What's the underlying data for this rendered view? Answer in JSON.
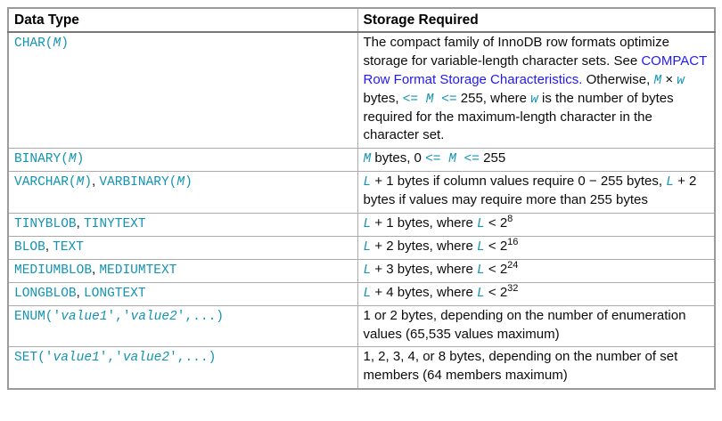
{
  "colors": {
    "code_teal": "#1294b2",
    "link_blue": "#2119f5",
    "cell_border": "#ababab",
    "outer_border": "#9b9b9b",
    "header_rule": "#777777",
    "text": "#0c0c0c",
    "background": "#ffffff"
  },
  "table": {
    "headers": [
      "Data Type",
      "Storage Required"
    ],
    "link_name": "compact-row-format-link",
    "rows": [
      {
        "data_type": [
          {
            "t": "code",
            "v": "CHAR("
          },
          {
            "t": "codei",
            "v": "M"
          },
          {
            "t": "code",
            "v": ")"
          }
        ],
        "storage": [
          {
            "t": "text",
            "v": "The compact family of InnoDB row formats optimize storage for variable-length character sets. See "
          },
          {
            "t": "link",
            "v": "COMPACT Row Format Storage Characteristics."
          },
          {
            "t": "text",
            "v": " Otherwise, "
          },
          {
            "t": "codei",
            "v": "M"
          },
          {
            "t": "text",
            "v": " × "
          },
          {
            "t": "codei",
            "v": "w"
          },
          {
            "t": "text",
            "v": " bytes, "
          },
          {
            "t": "code",
            "v": "<= "
          },
          {
            "t": "codei",
            "v": "M"
          },
          {
            "t": "code",
            "v": " <="
          },
          {
            "t": "text",
            "v": " 255, where "
          },
          {
            "t": "codei",
            "v": "w"
          },
          {
            "t": "text",
            "v": " is the number of bytes required for the maximum-length character in the character set."
          }
        ]
      },
      {
        "data_type": [
          {
            "t": "code",
            "v": "BINARY("
          },
          {
            "t": "codei",
            "v": "M"
          },
          {
            "t": "code",
            "v": ")"
          }
        ],
        "storage": [
          {
            "t": "codei",
            "v": "M"
          },
          {
            "t": "text",
            "v": " bytes, 0 "
          },
          {
            "t": "code",
            "v": "<= "
          },
          {
            "t": "codei",
            "v": "M"
          },
          {
            "t": "code",
            "v": " <="
          },
          {
            "t": "text",
            "v": " 255"
          }
        ]
      },
      {
        "data_type": [
          {
            "t": "code",
            "v": "VARCHAR("
          },
          {
            "t": "codei",
            "v": "M"
          },
          {
            "t": "code",
            "v": ")"
          },
          {
            "t": "text",
            "v": ", "
          },
          {
            "t": "code",
            "v": "VARBINARY("
          },
          {
            "t": "codei",
            "v": "M"
          },
          {
            "t": "code",
            "v": ")"
          }
        ],
        "storage": [
          {
            "t": "codei",
            "v": "L"
          },
          {
            "t": "text",
            "v": " + 1 bytes if column values require 0 − 255 bytes, "
          },
          {
            "t": "codei",
            "v": "L"
          },
          {
            "t": "text",
            "v": " + 2 bytes if values may require more than 255 bytes"
          }
        ]
      },
      {
        "data_type": [
          {
            "t": "code",
            "v": "TINYBLOB"
          },
          {
            "t": "text",
            "v": ", "
          },
          {
            "t": "code",
            "v": "TINYTEXT"
          }
        ],
        "storage": [
          {
            "t": "codei",
            "v": "L"
          },
          {
            "t": "text",
            "v": " + 1 bytes, where "
          },
          {
            "t": "codei",
            "v": "L"
          },
          {
            "t": "text",
            "v": " < 2"
          },
          {
            "t": "sup",
            "v": "8"
          }
        ]
      },
      {
        "data_type": [
          {
            "t": "code",
            "v": "BLOB"
          },
          {
            "t": "text",
            "v": ", "
          },
          {
            "t": "code",
            "v": "TEXT"
          }
        ],
        "storage": [
          {
            "t": "codei",
            "v": "L"
          },
          {
            "t": "text",
            "v": " + 2 bytes, where "
          },
          {
            "t": "codei",
            "v": "L"
          },
          {
            "t": "text",
            "v": " < 2"
          },
          {
            "t": "sup",
            "v": "16"
          }
        ]
      },
      {
        "data_type": [
          {
            "t": "code",
            "v": "MEDIUMBLOB"
          },
          {
            "t": "text",
            "v": ", "
          },
          {
            "t": "code",
            "v": "MEDIUMTEXT"
          }
        ],
        "storage": [
          {
            "t": "codei",
            "v": "L"
          },
          {
            "t": "text",
            "v": " + 3 bytes, where "
          },
          {
            "t": "codei",
            "v": "L"
          },
          {
            "t": "text",
            "v": " < 2"
          },
          {
            "t": "sup",
            "v": "24"
          }
        ]
      },
      {
        "data_type": [
          {
            "t": "code",
            "v": "LONGBLOB"
          },
          {
            "t": "text",
            "v": ", "
          },
          {
            "t": "code",
            "v": "LONGTEXT"
          }
        ],
        "storage": [
          {
            "t": "codei",
            "v": "L"
          },
          {
            "t": "text",
            "v": " + 4 bytes, where "
          },
          {
            "t": "codei",
            "v": "L"
          },
          {
            "t": "text",
            "v": " < 2"
          },
          {
            "t": "sup",
            "v": "32"
          }
        ]
      },
      {
        "data_type": [
          {
            "t": "code",
            "v": "ENUM('"
          },
          {
            "t": "codei",
            "v": "value1"
          },
          {
            "t": "code",
            "v": "','"
          },
          {
            "t": "codei",
            "v": "value2"
          },
          {
            "t": "code",
            "v": "',...)"
          }
        ],
        "storage": [
          {
            "t": "text",
            "v": "1 or 2 bytes, depending on the number of enumeration values (65,535 values maximum)"
          }
        ]
      },
      {
        "data_type": [
          {
            "t": "code",
            "v": "SET('"
          },
          {
            "t": "codei",
            "v": "value1"
          },
          {
            "t": "code",
            "v": "','"
          },
          {
            "t": "codei",
            "v": "value2"
          },
          {
            "t": "code",
            "v": "',...)"
          }
        ],
        "storage": [
          {
            "t": "text",
            "v": "1, 2, 3, 4, or 8 bytes, depending on the number of set members (64 members maximum)"
          }
        ]
      }
    ]
  }
}
